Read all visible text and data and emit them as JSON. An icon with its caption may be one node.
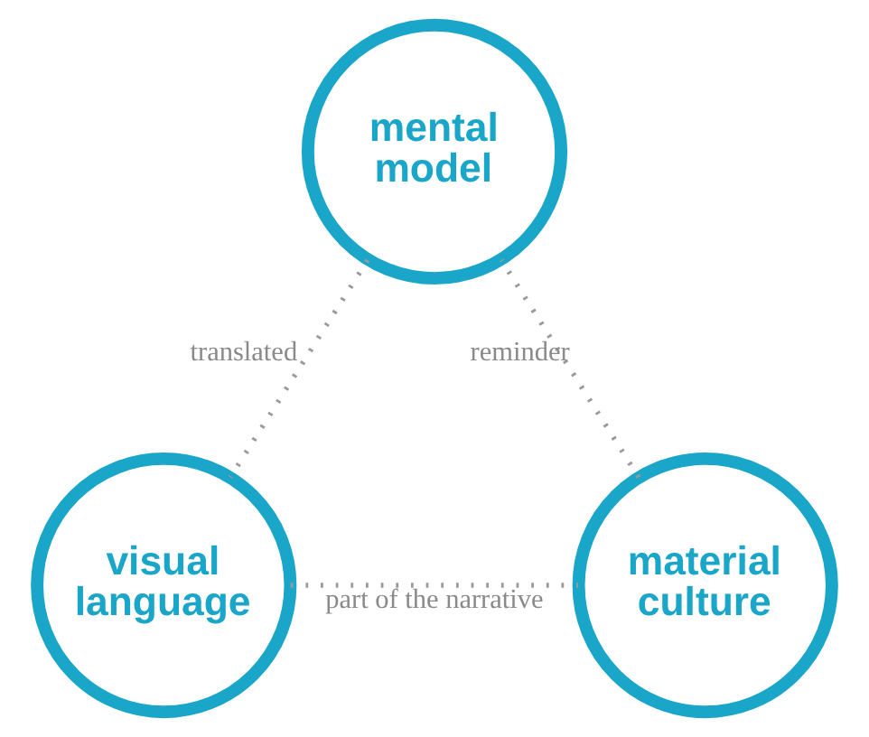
{
  "diagram": {
    "nodes": [
      {
        "text": [
          "mental model"
        ]
      },
      {
        "text": [
          "material culture"
        ]
      },
      {
        "text": [
          "visual language"
        ]
      }
    ],
    "edges": [
      {
        "from": 0,
        "to": 2,
        "arrow": "none",
        "label": "translated",
        "style": "dashed"
      },
      {
        "from": 2,
        "to": 1,
        "arrow": "none",
        "label": "part of the narrative",
        "style": "dashed"
      },
      {
        "from": 1,
        "to": 0,
        "arrow": "none",
        "label": "reminder",
        "style": "dashed"
      }
    ]
  }
}
